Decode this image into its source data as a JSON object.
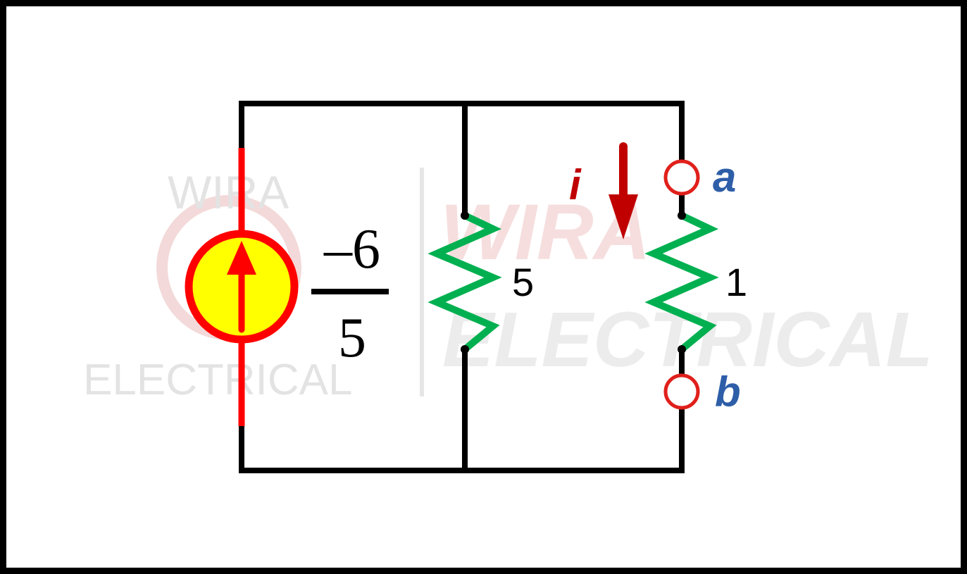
{
  "source": {
    "numerator": "–6",
    "denominator": "5",
    "fill_color": "#ffff00",
    "ring_color": "#ff0000",
    "wire_color": "#ff0000"
  },
  "resistor_5": {
    "value": "5",
    "color": "#00b050"
  },
  "resistor_1": {
    "value": "1",
    "color": "#00b050"
  },
  "current": {
    "label": "i",
    "color": "#c00000"
  },
  "terminals": {
    "a": "a",
    "b": "b",
    "label_color": "#2e5ea8",
    "ring_color": "#e0201b"
  },
  "watermarks": {
    "small_top": "WIRA",
    "small_bottom": "ELECTRICAL",
    "large_top": "WIRA",
    "large_bottom": "ELECTRICAL"
  },
  "colors": {
    "wire": "#000000",
    "watermark": "#e3e3e3"
  }
}
